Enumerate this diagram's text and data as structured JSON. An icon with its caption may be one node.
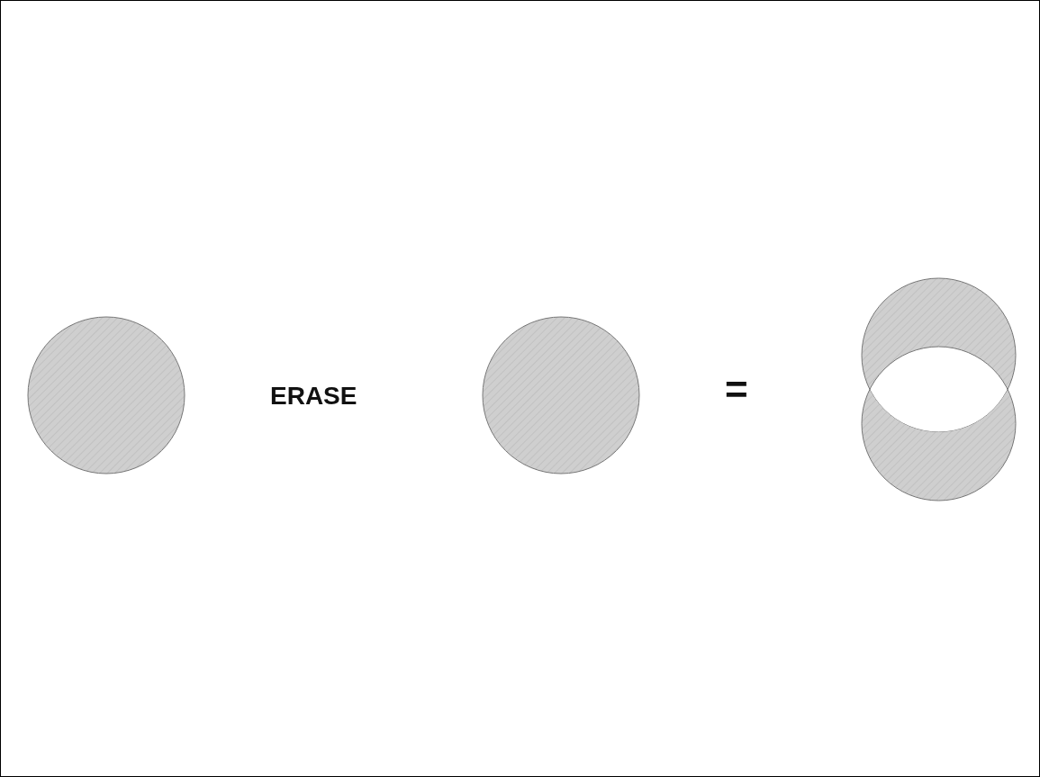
{
  "diagram": {
    "nodes": [
      {
        "text": [],
        "shape": "circle"
      },
      {
        "text": [],
        "shape": "circle"
      },
      {
        "text": [],
        "shape": "circle"
      },
      {
        "text": [],
        "shape": "circle"
      }
    ],
    "labels": [
      "ERASE",
      "="
    ]
  }
}
